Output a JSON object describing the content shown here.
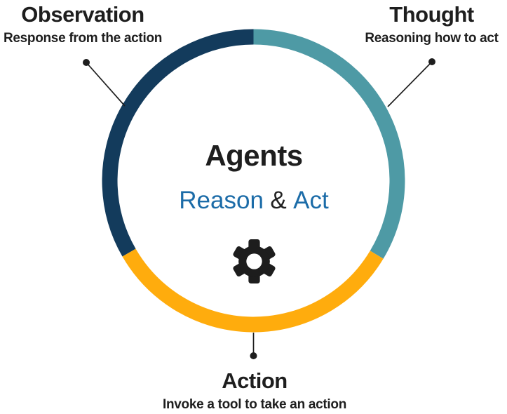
{
  "colors": {
    "background": "#FFFFFF",
    "navy": "#133B5C",
    "teal": "#4E9AA5",
    "amber": "#FFAC0D",
    "ink": "#1E1E1E",
    "link_blue": "#1C6CA8"
  },
  "icons": {
    "gear": "cog-gear-glyph"
  },
  "center": {
    "title": "Agents",
    "subtitle": {
      "reason": "Reason",
      "ampersand": "&",
      "act": "Act"
    }
  },
  "ring": {
    "segments": [
      {
        "id": "thought",
        "label": "Thought",
        "color": "#4E9AA5",
        "start_deg": 0,
        "end_deg": 121
      },
      {
        "id": "action",
        "label": "Action",
        "color": "#FFAC0D",
        "start_deg": 121,
        "end_deg": 240
      },
      {
        "id": "observation",
        "label": "Observation",
        "color": "#133B5C",
        "start_deg": 240,
        "end_deg": 360
      }
    ]
  },
  "callouts": {
    "observation": {
      "title": "Observation",
      "description": "Response from the action"
    },
    "thought": {
      "title": "Thought",
      "description": "Reasoning how to act"
    },
    "action": {
      "title": "Action",
      "description": "Invoke a tool to take an action"
    }
  }
}
